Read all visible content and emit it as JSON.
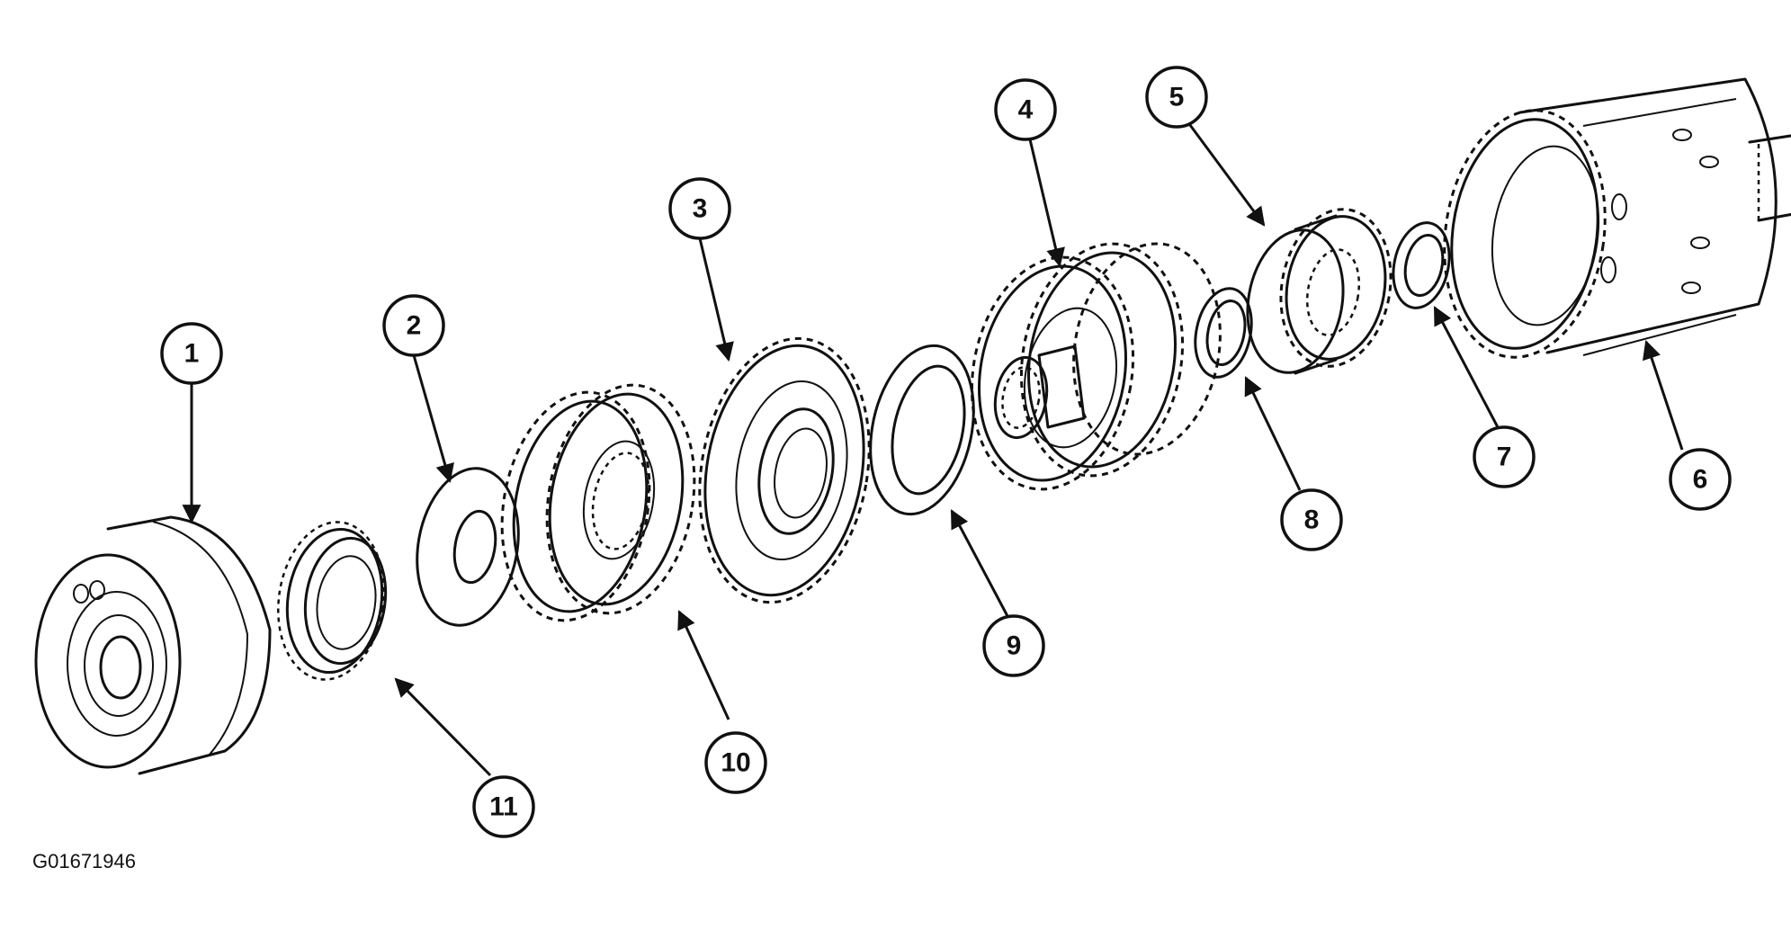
{
  "figure_code": "G01671946",
  "callouts": [
    "1",
    "2",
    "3",
    "4",
    "5",
    "6",
    "7",
    "8",
    "9",
    "10",
    "11"
  ],
  "colors": {
    "line": "#111111",
    "background": "#ffffff"
  }
}
